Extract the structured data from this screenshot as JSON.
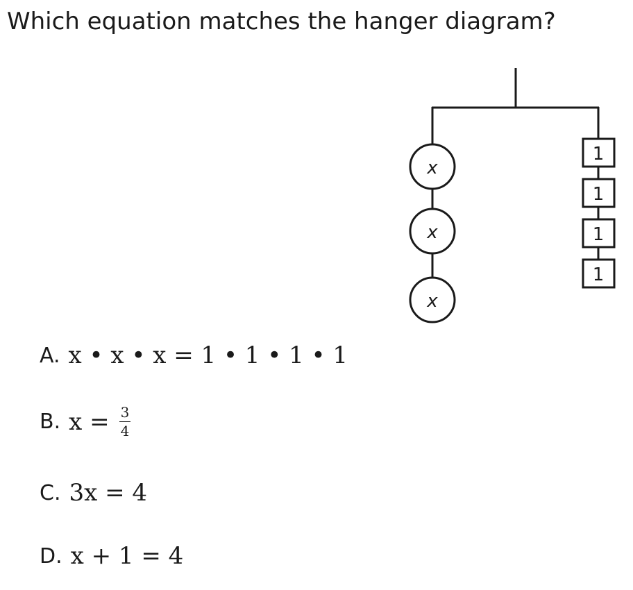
{
  "question": "Which equation matches the hanger diagram?",
  "diagram": {
    "left_label": "x",
    "right_label": "1",
    "left_count": 3,
    "right_count": 4
  },
  "options": [
    {
      "letter": "A.",
      "equation": "x • x • x = 1 • 1 • 1 • 1"
    },
    {
      "letter": "B.",
      "lhs": "x =",
      "numerator": "3",
      "denominator": "4"
    },
    {
      "letter": "C.",
      "equation": "3x = 4"
    },
    {
      "letter": "D.",
      "equation": "x + 1 = 4"
    }
  ]
}
